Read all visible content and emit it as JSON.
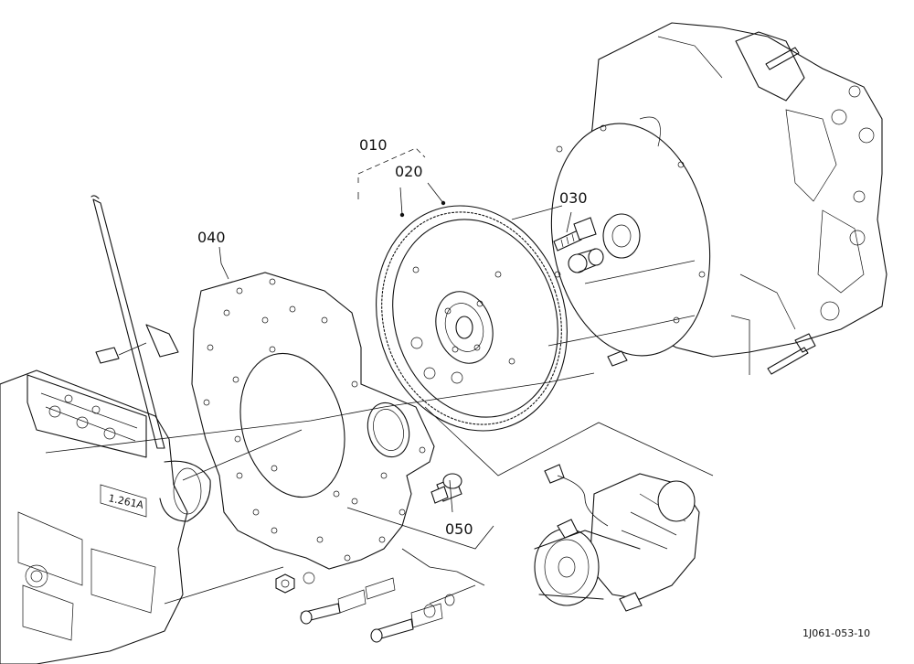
{
  "parts": {
    "p010": "010",
    "p020": "020",
    "p030": "030",
    "p040": "040",
    "p050": "050"
  },
  "engine_block_marking": "1.261A",
  "figure_code": "1J061-053-10"
}
